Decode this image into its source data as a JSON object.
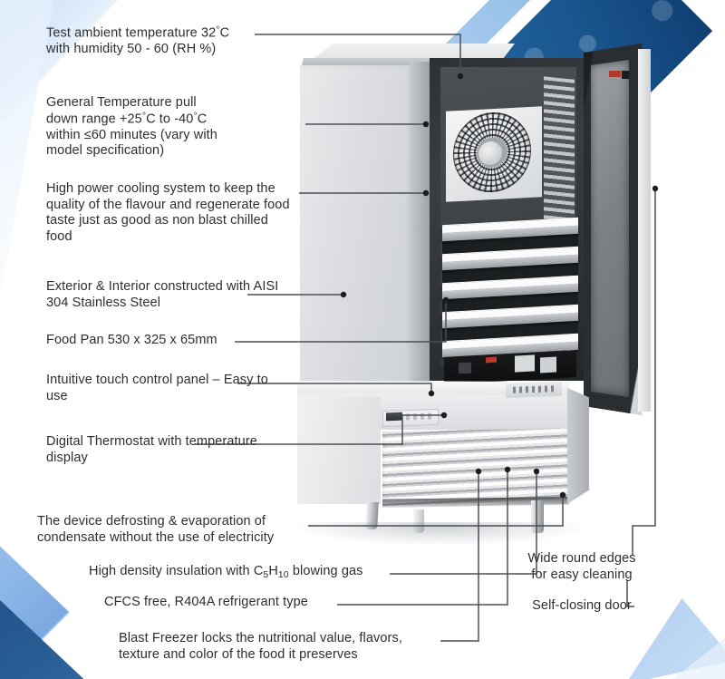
{
  "document": {
    "type": "product-annotation-diagram",
    "subject": "Blast Freezer / Blast Chiller stainless steel upright cabinet"
  },
  "product": {
    "name": "blast-freezer-unit",
    "parts": [
      "top-lid",
      "stainless-cabinet-body",
      "fan-grille",
      "interior-cavity",
      "food-pan-trays",
      "open-door",
      "control-panel",
      "louvre-vent-grille",
      "legs"
    ],
    "tray_count": 5
  },
  "callouts": {
    "ambient": {
      "line1": "Test ambient temperature 32",
      "degree": "°",
      "unit": "C",
      "line2": "with humidity 50 - 60 (RH %)",
      "full_text": "Test ambient temperature 32°C with humidity 50 - 60 (RH %)"
    },
    "pulldown": {
      "line1": "General Temperature pull",
      "line2_a": "down range +25",
      "line2_b": "C to -40",
      "line2_c": "C",
      "line3": "within ≤60 minutes (vary with",
      "line4": "model specification)",
      "full_text": "General Temperature pull down range +25°C to -40°C within ≤60 minutes (vary with model specification)"
    },
    "cooling": {
      "full_text": "High power cooling system to keep the quality of the flavour and regenerate food taste just as good as non blast chilled food"
    },
    "steel": {
      "full_text": "Exterior & Interior constructed with AISI 304 Stainless Steel"
    },
    "food_pan": {
      "full_text": "Food Pan 530 x 325 x 65mm"
    },
    "touch_panel": {
      "full_text": "Intuitive touch control panel – Easy to use"
    },
    "thermostat": {
      "full_text": "Digital Thermostat with temperature display"
    },
    "defrost": {
      "full_text": "The device defrosting & evaporation of condensate without the use of electricity"
    },
    "insulation": {
      "prefix": "High density insulation with C",
      "sub1": "5",
      "mid": "H",
      "sub2": "10",
      "suffix": " blowing gas",
      "full_text": "High density insulation with C5H10 blowing gas"
    },
    "cfcs": {
      "full_text": "CFCS free, R404A refrigerant type"
    },
    "blast": {
      "line1": "Blast Freezer locks the nutritional value, flavors,",
      "line2": "texture and color of the food it preserves",
      "full_text": "Blast Freezer locks the nutritional value, flavors, texture and color of the food it preserves"
    },
    "round_edges": {
      "line1": "Wide round edges",
      "line2": "for easy cleaning",
      "full_text": "Wide round edges for easy cleaning"
    },
    "self_closing": {
      "full_text": "Self-closing door"
    }
  },
  "style": {
    "text_color": "#2b2e33",
    "leader_color": "#4a4f55",
    "accent_light_blue": "#a8caef",
    "accent_mid_blue": "#7aa9e0",
    "accent_dark_blue": "#1d4f86",
    "background": "#ffffff"
  }
}
